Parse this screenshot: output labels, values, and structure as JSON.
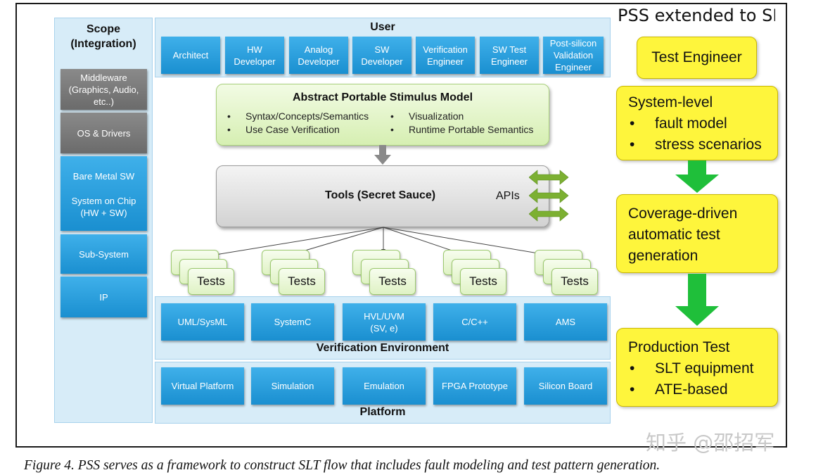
{
  "scope": {
    "title_line1": "Scope",
    "title_line2": "(Integration)",
    "items": [
      {
        "label": "Middleware (Graphics, Audio, etc..)",
        "style": "gray"
      },
      {
        "label": "OS & Drivers",
        "style": "gray"
      },
      {
        "label": "Bare Metal SW",
        "style": "blue"
      },
      {
        "label": "System on Chip (HW + SW)",
        "style": "blue"
      },
      {
        "label": "Sub-System",
        "style": "blue"
      },
      {
        "label": "IP",
        "style": "blue"
      }
    ]
  },
  "user": {
    "title": "User",
    "roles": [
      "Architect",
      "HW Developer",
      "Analog Developer",
      "SW Developer",
      "Verification Engineer",
      "SW Test Engineer",
      "Post-silicon Validation Engineer"
    ]
  },
  "pss_model": {
    "title": "Abstract Portable Stimulus Model",
    "bullets": [
      "Syntax/Concepts/Semantics",
      "Visualization",
      "Use Case Verification",
      "Runtime Portable Semantics"
    ]
  },
  "tools": {
    "title": "Tools (Secret Sauce)",
    "apis": "APIs"
  },
  "tests": {
    "label": "Tests",
    "count": 5
  },
  "verification_env": {
    "title": "Verification Environment",
    "items": [
      "UML/SysML",
      "SystemC",
      "HVL/UVM (SV, e)",
      "C/C++",
      "AMS"
    ]
  },
  "platform": {
    "title": "Platform",
    "items": [
      "Virtual Platform",
      "Simulation",
      "Emulation",
      "FPGA Prototype",
      "Silicon Board"
    ]
  },
  "slt": {
    "header": "PSS extended to SLT",
    "test_engineer": "Test Engineer",
    "system_level": {
      "title": "System-level",
      "bullets": [
        "fault model",
        "stress scenarios"
      ]
    },
    "coverage": {
      "lines": [
        "Coverage-driven",
        "automatic test",
        "generation"
      ]
    },
    "production": {
      "title": "Production Test",
      "bullets": [
        "SLT equipment",
        "ATE-based"
      ]
    }
  },
  "colors": {
    "blue_box": "#1a8fd0",
    "yellow_box": "#fef53c",
    "green_arrow": "#1fbf3a",
    "panel": "#d7ecf8"
  },
  "watermark": "知乎 @邵招军",
  "caption": "Figure 4.  PSS serves as a framework to construct SLT flow that includes fault modeling and test pattern generation."
}
